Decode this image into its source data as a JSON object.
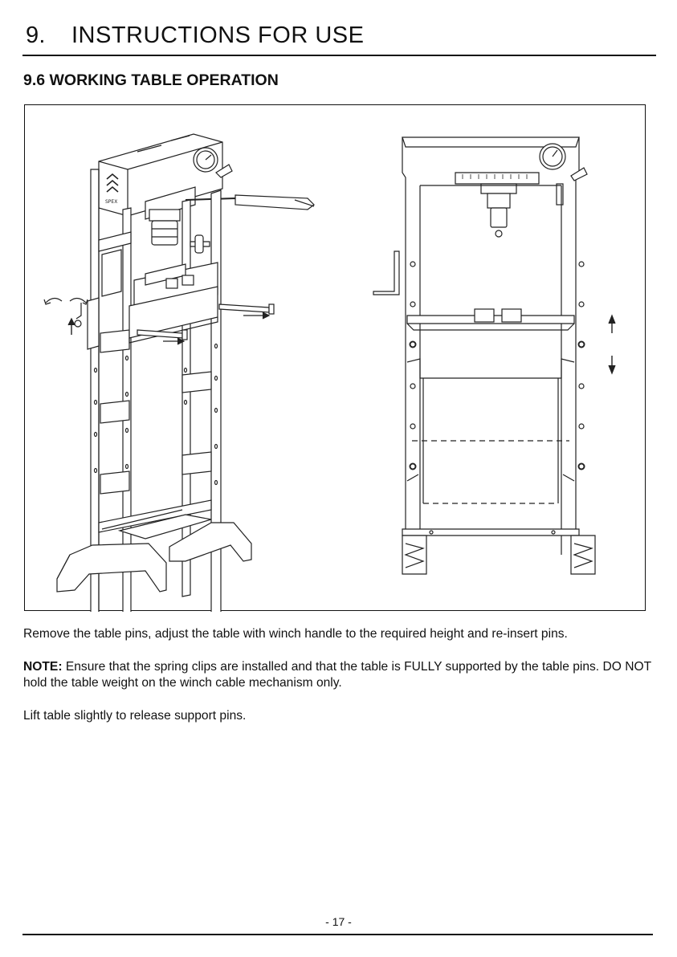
{
  "header": {
    "chapter_number": "9.",
    "chapter_title": "INSTRUCTIONS FOR USE"
  },
  "section": {
    "title": "9.6 WORKING TABLE OPERATION"
  },
  "figure": {
    "brand_mark": "SPEX"
  },
  "body": {
    "paragraph_1": "Remove the table pins, adjust the table with winch handle to the required height and re-insert pins.",
    "note_label": "NOTE:",
    "note_text": " Ensure that the spring clips are installed and that the table is FULLY supported by the table pins. DO NOT hold the table weight on the winch cable mechanism only.",
    "paragraph_3": "Lift table slightly to release support pins."
  },
  "footer": {
    "page_number": "- 17 -"
  }
}
